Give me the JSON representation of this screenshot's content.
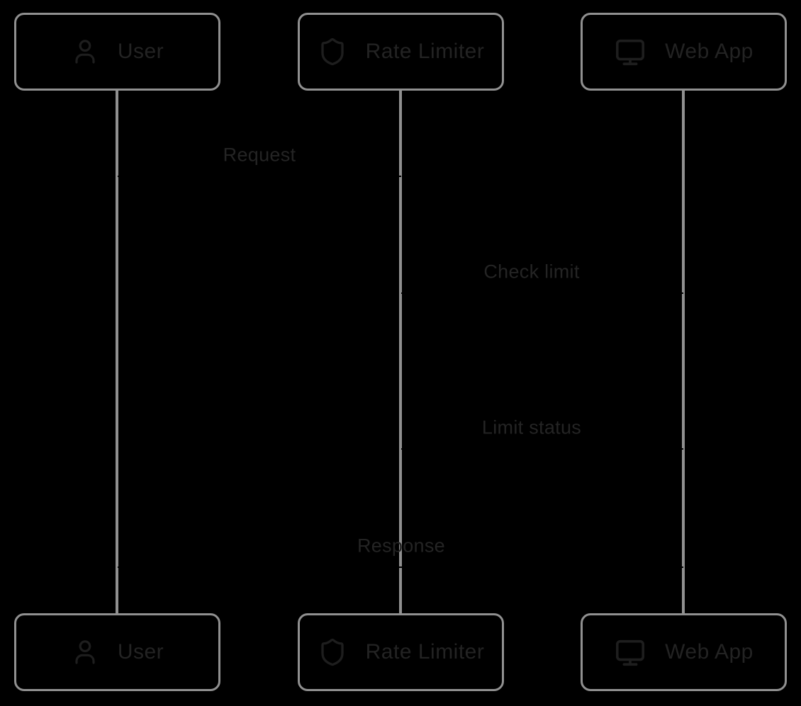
{
  "diagram": {
    "type": "sequence",
    "background_color": "#000000",
    "line_color": "#909090",
    "text_color": "#232323",
    "actors": [
      {
        "id": "user",
        "label": "User",
        "icon": "person-icon"
      },
      {
        "id": "rate-limiter",
        "label": "Rate Limiter",
        "icon": "shield-icon"
      },
      {
        "id": "web-app",
        "label": "Web App",
        "icon": "monitor-icon"
      }
    ],
    "messages": [
      {
        "label": "Request"
      },
      {
        "label": "Check limit"
      },
      {
        "label": "Limit status"
      },
      {
        "label": "Response"
      }
    ]
  }
}
